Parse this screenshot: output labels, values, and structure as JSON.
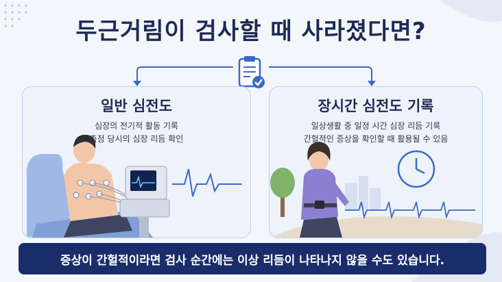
{
  "title": "두근거림이 검사할 때 사라졌다면?",
  "left_card": {
    "title": "일반 심전도",
    "desc": [
      "심장의 전기적 활동 기록",
      "측정 당시의 심장 리듬 확인"
    ]
  },
  "right_card": {
    "title": "장시간 심전도 기록",
    "desc": [
      "일상생활 중 일정 시간 심장 리듬 기록",
      "간헐적인 증상을 확인할 때 활용될 수 있음"
    ]
  },
  "banner": "증상이 간헐적이라면 검사 순간에는 이상 리듬이 나타나지 않을 수도 있습니다.",
  "colors": {
    "navy": "#1a2d6b",
    "accent_blue": "#3a67c9",
    "card_bg": "#eef3fb"
  },
  "icons": [
    "clipboard-check-icon",
    "clock-icon",
    "heart-rhythm-icon"
  ]
}
